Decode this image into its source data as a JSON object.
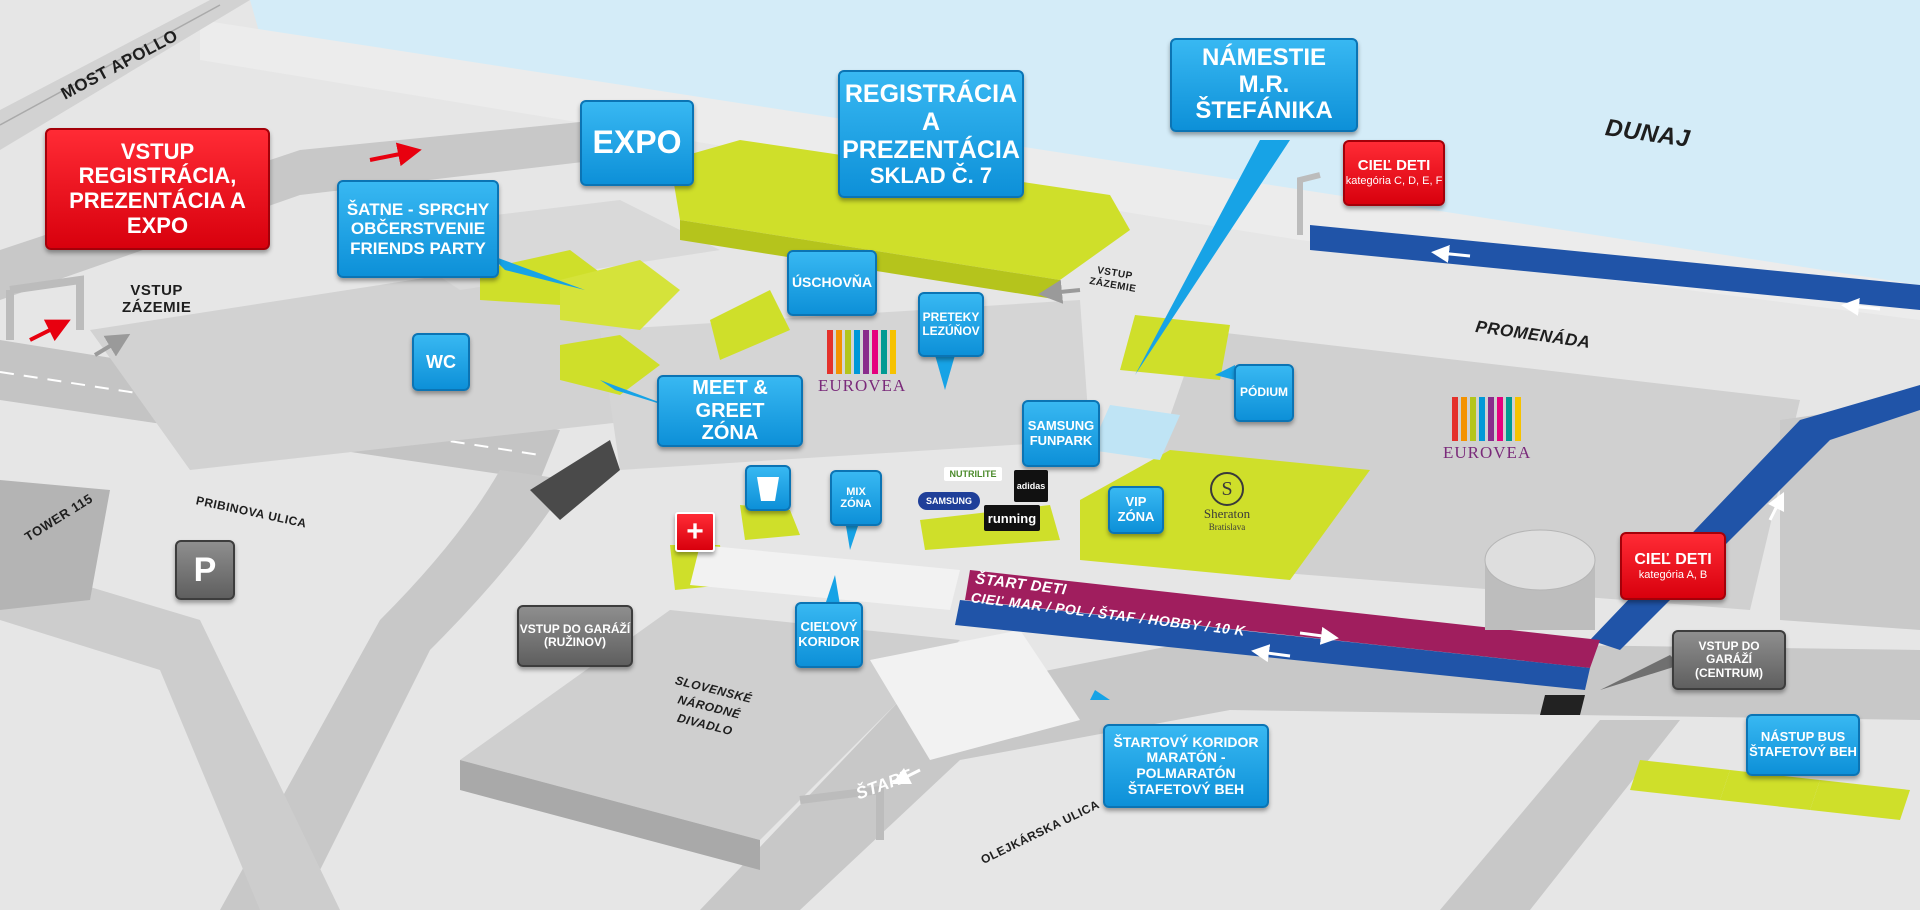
{
  "colors": {
    "water": "#d4ecf8",
    "road": "#c8c8c8",
    "building": "#d7d7d7",
    "event_zone": "#cfdf2a",
    "route_blue": "#2054a8",
    "route_magenta": "#a01e5e",
    "label_blue": "#17a3e6",
    "label_red": "#e8000f",
    "label_grey": "#707070"
  },
  "street_labels": {
    "most_apollo": "MOST APOLLO",
    "dunaj": "DUNAJ",
    "promenada": "PROMENÁDA",
    "tower115": "TOWER 115",
    "pribinova": "PRIBINOVA ULICA",
    "olejkarska": "OLEJKÁRSKA ULICA",
    "slovenske_divadlo": [
      "SLOVENSKÉ",
      "NÁRODNÉ",
      "DIVADLO"
    ],
    "start_deti": "ŠTART  DETI",
    "ciel_route": "CIEĽ   MAR / POL / ŠTAF / HOBBY / 10 K",
    "start": "ŠTART",
    "vstup_zazemie_left": [
      "VSTUP",
      "ZÁZEMIE"
    ],
    "vstup_zazemie_center": [
      "VSTUP",
      "ZÁZEMIE"
    ]
  },
  "poi": {
    "vstup_registracia": [
      "VSTUP",
      "REGISTRÁCIA,",
      "PREZENTÁCIA A EXPO"
    ],
    "expo": "EXPO",
    "registracia": [
      "REGISTRÁCIA",
      "A PREZENTÁCIA",
      "SKLAD Č. 7"
    ],
    "namestie": [
      "NÁMESTIE",
      "M.R. ŠTEFÁNIKA"
    ],
    "ciel_deti_cdef": {
      "title": "CIEĽ DETI",
      "sub": "kategória C, D, E, F"
    },
    "satne": [
      "ŠATNE - SPRCHY",
      "OBČERSTVENIE",
      "FRIENDS PARTY"
    ],
    "uschovna": "ÚSCHOVŇA",
    "preteky_lezunov": [
      "PRETEKY",
      "LEZÚŇOV"
    ],
    "wc": "WC",
    "meet_greet": [
      "MEET & GREET",
      "ZÓNA"
    ],
    "podium": "PÓDIUM",
    "samsung_funpark": [
      "SAMSUNG",
      "FUNPARK"
    ],
    "mix_zona": [
      "MIX",
      "ZÓNA"
    ],
    "vip_zona": [
      "VIP",
      "ZÓNA"
    ],
    "ciel_deti_ab": {
      "title": "CIEĽ DETI",
      "sub": "kategória A, B"
    },
    "vstup_garazi_ruzinov": [
      "VSTUP DO GARÁŽÍ",
      "(RUŽINOV)"
    ],
    "vstup_garazi_centrum": [
      "VSTUP DO GARÁŽÍ",
      "(CENTRUM)"
    ],
    "cielovy_koridor": [
      "CIEĽOVÝ",
      "KORIDOR"
    ],
    "startovy_koridor": [
      "ŠTARTOVÝ KORIDOR",
      "MARATÓN - POLMARATÓN",
      "ŠTAFETOVÝ BEH"
    ],
    "nastup_bus": [
      "NÁSTUP BUS",
      "ŠTAFETOVÝ BEH"
    ],
    "parking": "P"
  },
  "logos": {
    "eurovea": "EUROVEA",
    "eurovea_bar_colors": [
      "#e4312b",
      "#f39200",
      "#b3c51b",
      "#0098d8",
      "#8a2c8c",
      "#e5007e",
      "#009a93",
      "#f6c200"
    ],
    "sheraton_name": "Sheraton",
    "sheraton_city": "Bratislava",
    "sheraton_letter": "S",
    "nutrilite": "NUTRILITE",
    "adidas": "adidas",
    "samsung": "SAMSUNG",
    "running": "running",
    "first_aid": "+"
  }
}
